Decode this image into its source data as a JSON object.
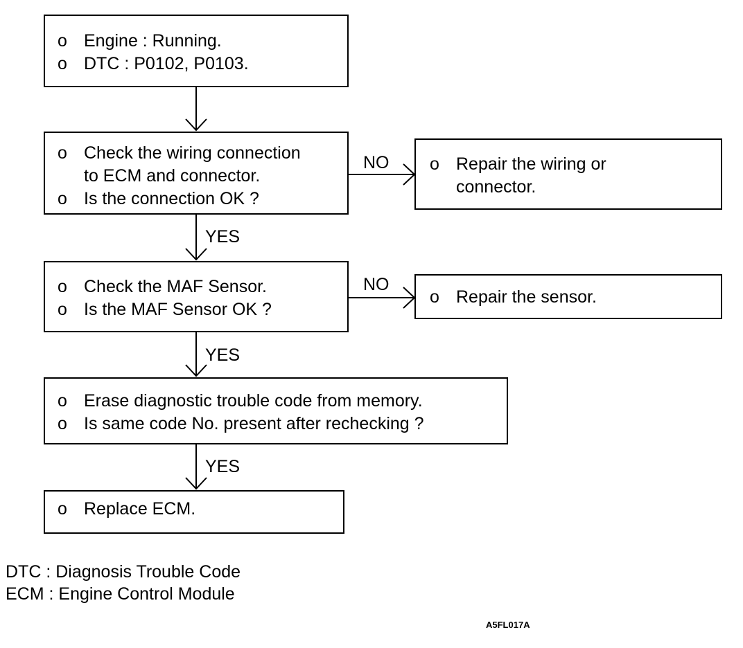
{
  "bullet": "o",
  "boxes": {
    "start": {
      "lines": [
        "Engine : Running.",
        "DTC : P0102, P0103."
      ]
    },
    "check_wiring": {
      "lines": [
        "Check the wiring connection",
        "to ECM and connector.",
        "Is the connection OK ?"
      ]
    },
    "repair_wiring": {
      "lines": [
        "Repair the wiring or",
        "connector."
      ]
    },
    "check_maf": {
      "lines": [
        "Check the MAF Sensor.",
        "Is the MAF Sensor OK ?"
      ]
    },
    "repair_sensor": {
      "lines": [
        "Repair the sensor."
      ]
    },
    "erase_dtc": {
      "lines": [
        "Erase diagnostic trouble code from memory.",
        "Is same code No. present after rechecking ?"
      ]
    },
    "replace_ecm": {
      "lines": [
        "Replace ECM."
      ]
    }
  },
  "labels": {
    "no": "NO",
    "yes": "YES"
  },
  "legend": [
    "DTC : Diagnosis Trouble Code",
    "ECM : Engine Control Module"
  ],
  "figure_code": "A5FL017A"
}
